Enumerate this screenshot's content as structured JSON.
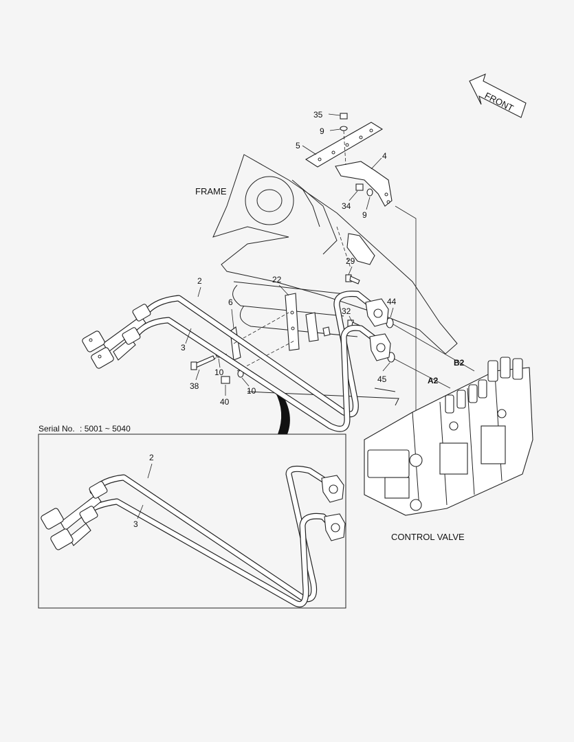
{
  "labels": {
    "frame": "FRAME",
    "control_valve": "CONTROL VALVE",
    "front": "FRONT",
    "serial_prefix": "Serial No.",
    "serial_value": ": 5001 ~ 5040",
    "port_a2": "A2",
    "port_b2": "B2"
  },
  "callouts": {
    "p35": "35",
    "p9a": "9",
    "p5": "5",
    "p4": "4",
    "p34": "34",
    "p9b": "9",
    "p29": "29",
    "p2": "2",
    "p22": "22",
    "p44": "44",
    "p6": "6",
    "p32": "32",
    "p3": "3",
    "p45": "45",
    "p38": "38",
    "p10a": "10",
    "p10b": "10",
    "p40": "40",
    "p2_inset": "2",
    "p3_inset": "3"
  }
}
